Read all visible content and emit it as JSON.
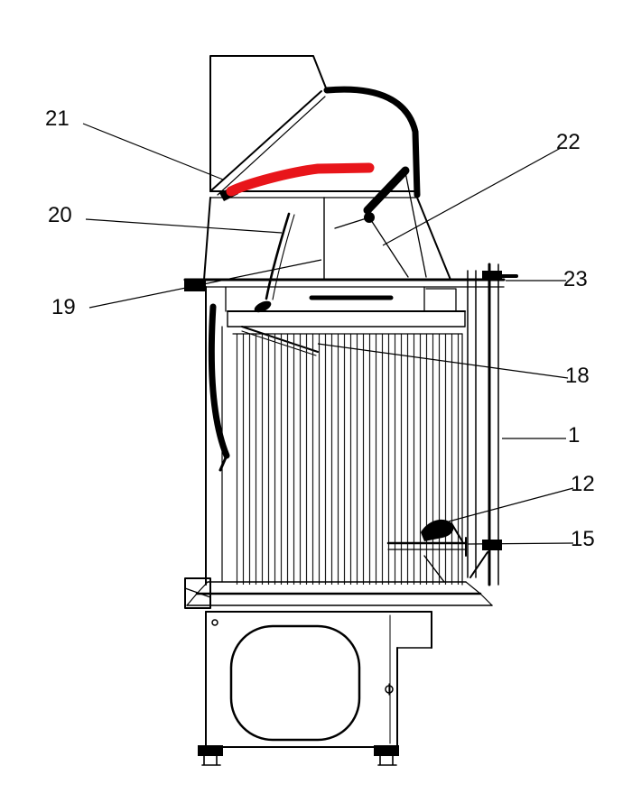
{
  "page": {
    "background": "#ffffff"
  },
  "figure": {
    "kind": "technical-parts-diagram",
    "subject": "Stove / fireplace insert side section view with numbered part callouts",
    "line_color": "#000000",
    "highlight_color": "#e8151a"
  },
  "callouts": [
    {
      "id": "21",
      "text": "21",
      "side": "left"
    },
    {
      "id": "20",
      "text": "20",
      "side": "left"
    },
    {
      "id": "19",
      "text": "19",
      "side": "left"
    },
    {
      "id": "22",
      "text": "22",
      "side": "right"
    },
    {
      "id": "23",
      "text": "23",
      "side": "right"
    },
    {
      "id": "18",
      "text": "18",
      "side": "right"
    },
    {
      "id": "1",
      "text": "1",
      "side": "right"
    },
    {
      "id": "12",
      "text": "12",
      "side": "right"
    },
    {
      "id": "15",
      "text": "15",
      "side": "right"
    }
  ]
}
